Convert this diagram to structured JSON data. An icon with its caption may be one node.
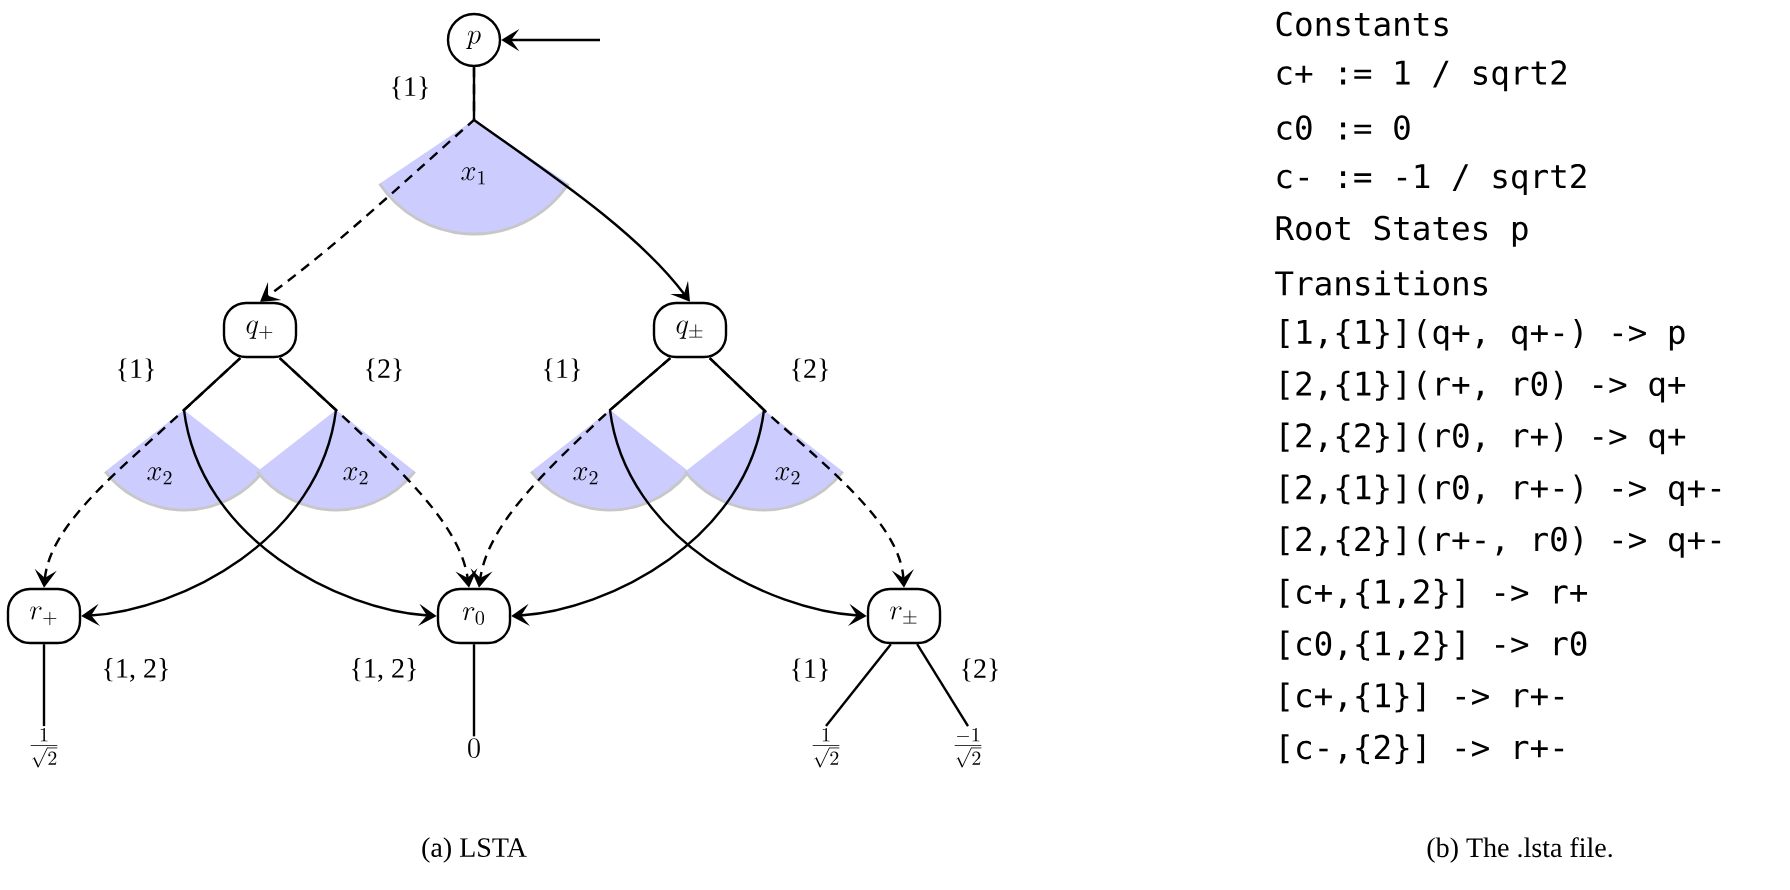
{
  "diagram": {
    "nodes": [
      {
        "text": [
          "p"
        ]
      },
      {
        "text": [
          "q_{+}"
        ]
      },
      {
        "text": [
          "q_{\\pm}"
        ]
      },
      {
        "text": [
          "r_{+}"
        ]
      },
      {
        "text": [
          "r_{0}"
        ]
      },
      {
        "text": [
          "r_{\\pm}"
        ]
      },
      {
        "text": [
          "\\frac{1}{\\sqrt{2}}"
        ]
      },
      {
        "text": [
          "0"
        ]
      },
      {
        "text": [
          "\\frac{1}{\\sqrt{2}}"
        ]
      },
      {
        "text": [
          "\\frac{-1}{\\sqrt{2}}"
        ]
      }
    ],
    "edges": [
      {
        "from": null,
        "to": 0,
        "arrow": "to"
      },
      {
        "from": 0,
        "to": 1,
        "arrow": "to",
        "style": "dashed"
      },
      {
        "from": 0,
        "to": 2,
        "arrow": "to"
      },
      {
        "from": 1,
        "to": 3,
        "arrow": "to",
        "style": "dashed"
      },
      {
        "from": 1,
        "to": 4,
        "arrow": "to"
      },
      {
        "from": 1,
        "to": 3,
        "arrow": "to"
      },
      {
        "from": 1,
        "to": 4,
        "arrow": "to",
        "style": "dashed"
      },
      {
        "from": 2,
        "to": 4,
        "arrow": "to",
        "style": "dashed"
      },
      {
        "from": 2,
        "to": 5,
        "arrow": "to"
      },
      {
        "from": 2,
        "to": 4,
        "arrow": "to"
      },
      {
        "from": 2,
        "to": 5,
        "arrow": "to",
        "style": "dashed"
      },
      {
        "from": 3,
        "to": 6,
        "arrow": "none"
      },
      {
        "from": 4,
        "to": 7,
        "arrow": "none"
      },
      {
        "from": 5,
        "to": 8,
        "arrow": "none"
      },
      {
        "from": 5,
        "to": 9,
        "arrow": "none"
      }
    ],
    "labels": [
      "{1}",
      "x_1",
      "{1}",
      "{2}",
      "{1}",
      "{2}",
      "x_2",
      "x_2",
      "x_2",
      "x_2",
      "{1, 2}",
      "{1, 2}",
      "{1}",
      "{2}",
      "Constants",
      "c+ := 1 / sqrt2",
      "c0 := 0",
      "c- := -1 / sqrt2",
      "Root States p",
      "Transitions",
      "[1,{1}](q+, q+-) -> p",
      "[2,{1}](r+, r0) -> q+",
      "[2,{2}](r0, r+) -> q+",
      "[2,{1}](r0, r+-) -> q+-",
      "[2,{2}](r+-, r0) -> q+-",
      "[c+,{1,2}] -> r+",
      "[c0,{1,2}] -> r0",
      "[c+,{1}] -> r+-",
      "[c-,{2}] -> r+-",
      "(a) LSTA",
      "(b) The .lsta file."
    ]
  }
}
